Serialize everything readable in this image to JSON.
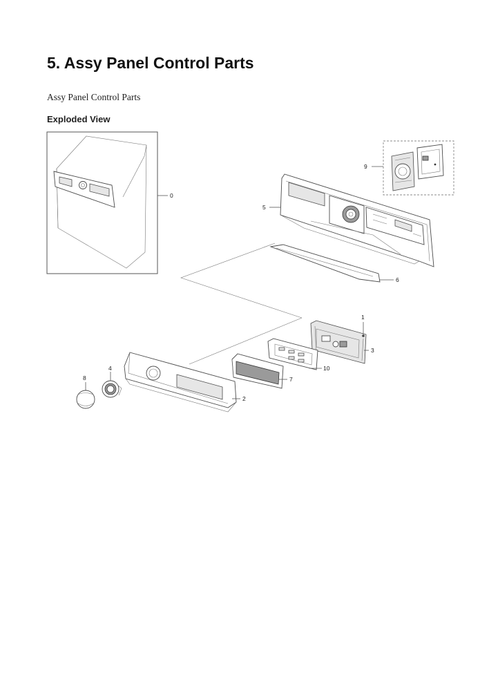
{
  "header": {
    "title": "5.  Assy Panel Control Parts",
    "subtitle": "Assy Panel Control Parts",
    "section": "Exploded View"
  },
  "diagram": {
    "callouts": [
      {
        "id": "c0",
        "label": "0"
      },
      {
        "id": "c1",
        "label": "1"
      },
      {
        "id": "c2",
        "label": "2"
      },
      {
        "id": "c3",
        "label": "3"
      },
      {
        "id": "c4",
        "label": "4"
      },
      {
        "id": "c5",
        "label": "5"
      },
      {
        "id": "c6",
        "label": "6"
      },
      {
        "id": "c7",
        "label": "7"
      },
      {
        "id": "c8",
        "label": "8"
      },
      {
        "id": "c9",
        "label": "9"
      },
      {
        "id": "c10",
        "label": "10"
      }
    ]
  }
}
